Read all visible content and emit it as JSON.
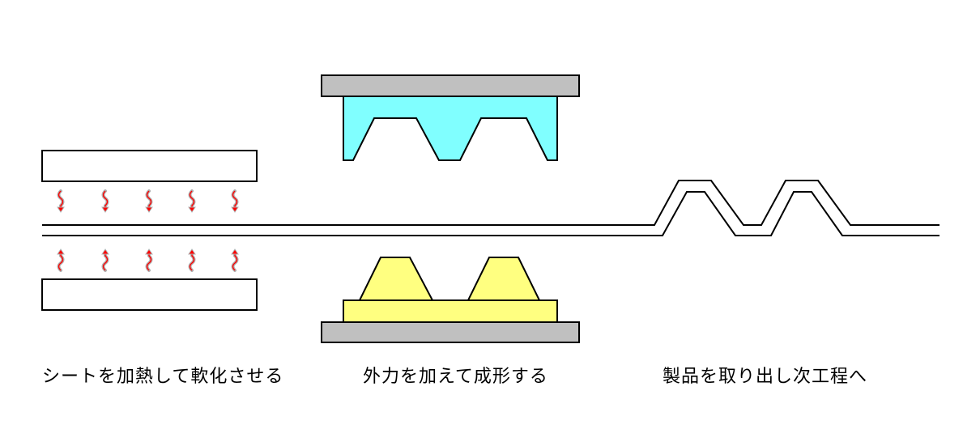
{
  "steps": [
    {
      "id": "heating",
      "caption": "シートを加熱して軟化させる"
    },
    {
      "id": "forming",
      "caption": "外力を加えて成形する"
    },
    {
      "id": "release",
      "caption": "製品を取り出し次工程へ"
    }
  ],
  "colors": {
    "upper_mold": "#80ffff",
    "lower_mold": "#ffff80",
    "platen": "#c0c0c0",
    "outline": "#000000",
    "heat_arrow": "#ff0000",
    "heat_arrow_shadow": "#b0b0b0"
  },
  "icons": {
    "heat_down": "heat-down-arrow-icon",
    "heat_up": "heat-up-arrow-icon"
  }
}
